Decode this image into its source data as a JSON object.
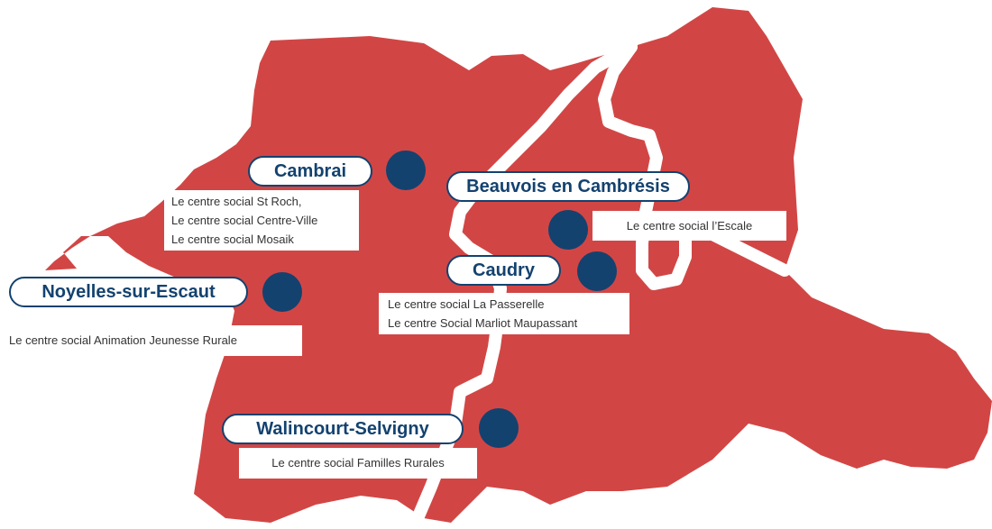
{
  "colors": {
    "territory": "#d14645",
    "road": "#ffffff",
    "marker": "#13426f",
    "label_text": "#13426f",
    "box_text": "#333333"
  },
  "locations": {
    "cambrai": {
      "name": "Cambrai",
      "centres": [
        "Le centre social St Roch,",
        "Le centre social Centre-Ville",
        "Le centre social Mosaik"
      ]
    },
    "beauvois": {
      "name": "Beauvois en Cambrésis",
      "centres": [
        "Le centre social l’Escale"
      ]
    },
    "caudry": {
      "name": "Caudry",
      "centres": [
        "Le centre social La Passerelle",
        "Le centre Social Marliot Maupassant"
      ]
    },
    "noyelles": {
      "name": "Noyelles-sur-Escaut",
      "centres": [
        "Le centre social Animation Jeunesse Rurale"
      ]
    },
    "walincourt": {
      "name": "Walincourt-Selvigny",
      "centres": [
        "Le centre social Familles Rurales"
      ]
    }
  }
}
